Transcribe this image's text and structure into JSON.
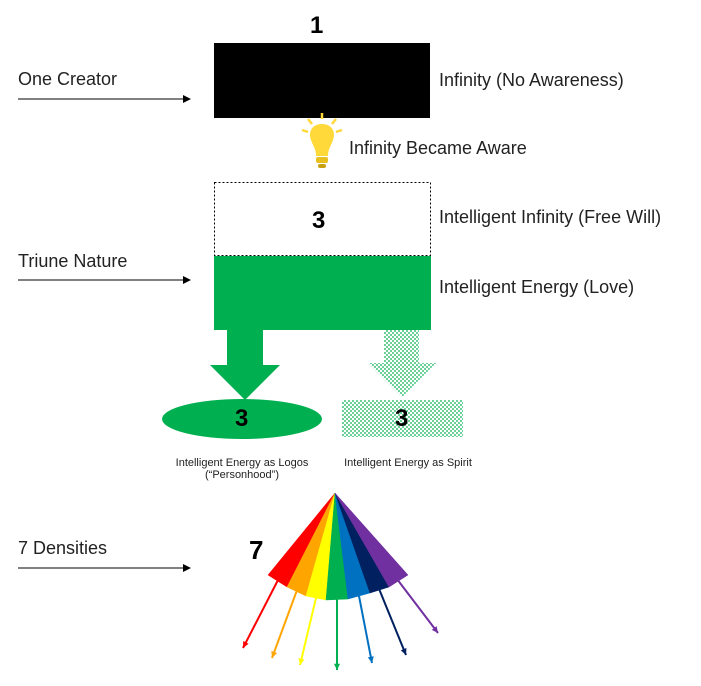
{
  "left_labels": {
    "one_creator": "One Creator",
    "triune_nature": "Triune Nature",
    "seven_densities": "7 Densities"
  },
  "numbers": {
    "one": "1",
    "three_top": "3",
    "three_logos": "3",
    "three_spirit": "3",
    "seven": "7"
  },
  "right_labels": {
    "infinity": "Infinity (No Awareness)",
    "became_aware": "Infinity Became Aware",
    "intelligent_infinity": "Intelligent Infinity (Free Will)",
    "intelligent_energy": "Intelligent Energy (Love)"
  },
  "branch_labels": {
    "logos_line1": "Intelligent Energy as Logos",
    "logos_line2": "(“Personhood”)",
    "spirit": "Intelligent Energy as Spirit"
  },
  "colors": {
    "green": "#00b050",
    "black": "#000000",
    "bulb": "#ffd83a",
    "rainbow": [
      "#ff0000",
      "#ffa500",
      "#ffff00",
      "#00b050",
      "#0070c0",
      "#002060",
      "#7030a0"
    ]
  }
}
